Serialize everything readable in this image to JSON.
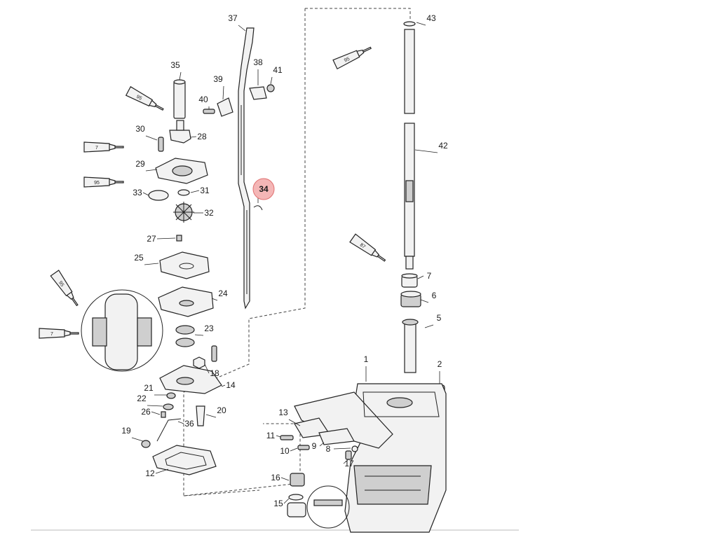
{
  "diagram": {
    "highlight": {
      "label": "34",
      "color": "#f4b6b6",
      "stroke": "#e07070"
    },
    "callouts": [
      "1",
      "2",
      "5",
      "6",
      "7",
      "42",
      "43",
      "37",
      "39",
      "40",
      "41",
      "38",
      "34",
      "35",
      "30",
      "28",
      "29",
      "33",
      "31",
      "32",
      "27",
      "25",
      "24",
      "23",
      "18",
      "14",
      "21",
      "22",
      "26",
      "36",
      "20",
      "19",
      "12",
      "13",
      "11",
      "10",
      "9",
      "8",
      "17",
      "16",
      "15"
    ],
    "tubes": [
      "95",
      "7",
      "95",
      "95",
      "7",
      "95",
      "87"
    ]
  }
}
